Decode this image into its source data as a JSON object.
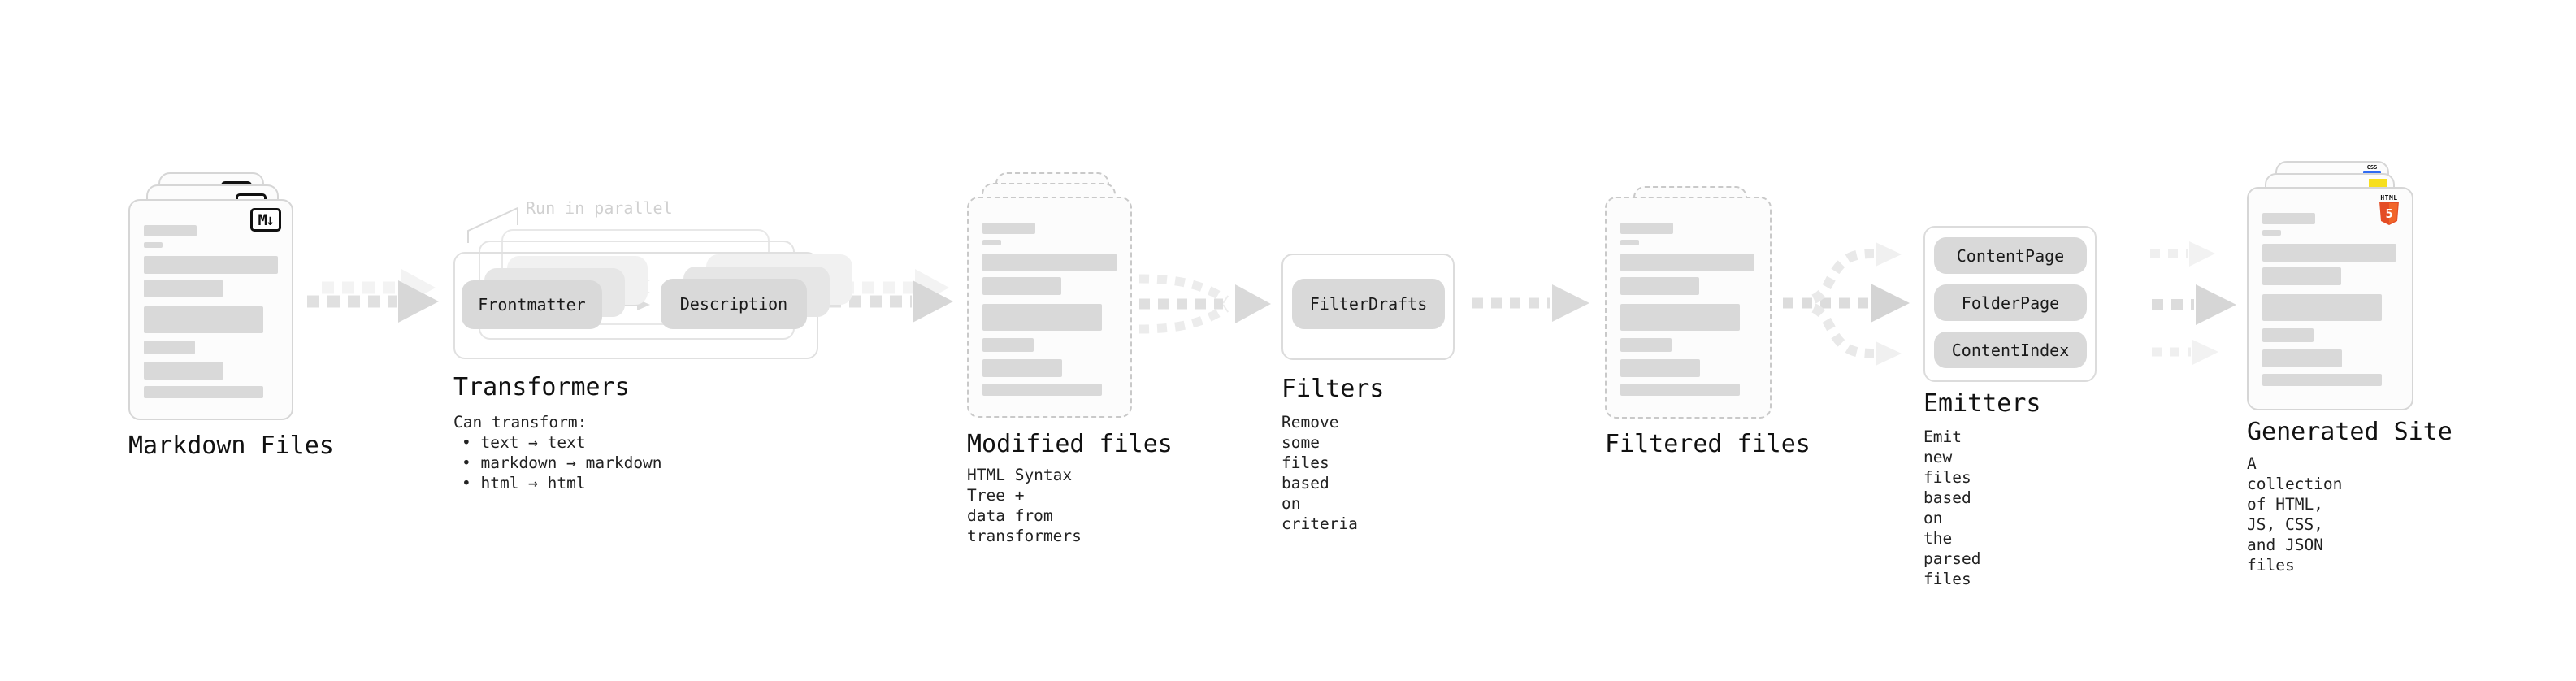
{
  "pipeline": {
    "markdown_files": {
      "label": "Markdown Files",
      "badge": "M↓"
    },
    "transformers": {
      "annotation": "Run in parallel",
      "steps": [
        "Frontmatter",
        "Description"
      ],
      "title": "Transformers",
      "caption_title": "Can transform:",
      "bullets": [
        "• text → text",
        "• markdown → markdown",
        "• html → html"
      ]
    },
    "modified_files": {
      "label": "Modified files",
      "caption": "HTML Syntax Tree +\ndata from transformers"
    },
    "filters": {
      "title": "Filters",
      "boxes": [
        "FilterDrafts"
      ],
      "caption": "Remove some files based\non criteria"
    },
    "filtered_files": {
      "label": "Filtered files"
    },
    "emitters": {
      "title": "Emitters",
      "boxes": [
        "ContentPage",
        "FolderPage",
        "ContentIndex"
      ],
      "caption": "Emit new files based on\nthe parsed files"
    },
    "generated_site": {
      "label": "Generated Site",
      "caption": "A collection of HTML,\nJS, CSS, and JSON files",
      "css_icon_text": "CSS",
      "html_icon_text": "HTML",
      "html_icon_number": "5"
    }
  },
  "colors": {
    "js_yellow": "#f7df1e",
    "html_orange": "#e44d26",
    "css_blue": "#2f6bf2",
    "placeholder_gray": "#d9d9d9",
    "outline_gray": "#e0e0e0"
  }
}
